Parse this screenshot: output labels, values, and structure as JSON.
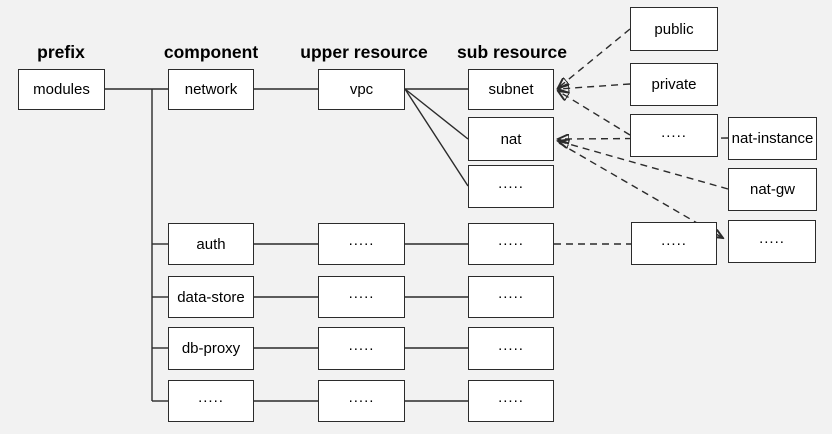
{
  "diagram": {
    "column_headers": {
      "prefix": "prefix",
      "component": "component",
      "upper_resource": "upper resource",
      "sub_resource": "sub resource"
    },
    "nodes": {
      "modules": "modules",
      "network": "network",
      "vpc": "vpc",
      "subnet": "subnet",
      "nat": "nat",
      "network_sub_more": ".....",
      "public": "public",
      "private": "private",
      "subnet_variant_more": ".....",
      "nat_instance": "nat-instance",
      "nat_gw": "nat-gw",
      "nat_variant_more": ".....",
      "auth": "auth",
      "auth_upper": ".....",
      "auth_sub": ".....",
      "auth_variant": ".....",
      "auth_variant_more": ".....",
      "data_store": "data-store",
      "data_store_upper": ".....",
      "data_store_sub": ".....",
      "db_proxy": "db-proxy",
      "db_proxy_upper": ".....",
      "db_proxy_sub": ".....",
      "component_more": ".....",
      "component_more_upper": ".....",
      "component_more_sub": "....."
    },
    "edges": {
      "solid": [
        [
          "modules",
          "network"
        ],
        [
          "network",
          "vpc"
        ],
        [
          "vpc",
          "subnet"
        ],
        [
          "vpc",
          "nat"
        ],
        [
          "vpc",
          "network_sub_more"
        ],
        [
          "modules",
          "auth"
        ],
        [
          "modules",
          "data_store"
        ],
        [
          "modules",
          "db_proxy"
        ],
        [
          "modules",
          "component_more"
        ],
        [
          "auth",
          "auth_upper"
        ],
        [
          "auth_upper",
          "auth_sub"
        ],
        [
          "data_store",
          "data_store_upper"
        ],
        [
          "data_store_upper",
          "data_store_sub"
        ],
        [
          "db_proxy",
          "db_proxy_upper"
        ],
        [
          "db_proxy_upper",
          "db_proxy_sub"
        ],
        [
          "component_more",
          "component_more_upper"
        ],
        [
          "component_more_upper",
          "component_more_sub"
        ]
      ],
      "dashed_arrows": [
        [
          "public",
          "subnet"
        ],
        [
          "private",
          "subnet"
        ],
        [
          "subnet_variant_more",
          "subnet"
        ],
        [
          "nat_instance",
          "nat"
        ],
        [
          "nat_gw",
          "nat"
        ],
        [
          "nat",
          "nat_variant_more"
        ],
        [
          "auth_sub",
          "auth_variant"
        ]
      ]
    },
    "colors": {
      "background": "#f2f2f2",
      "node_fill": "#ffffff",
      "stroke": "#2b2b2b"
    }
  }
}
